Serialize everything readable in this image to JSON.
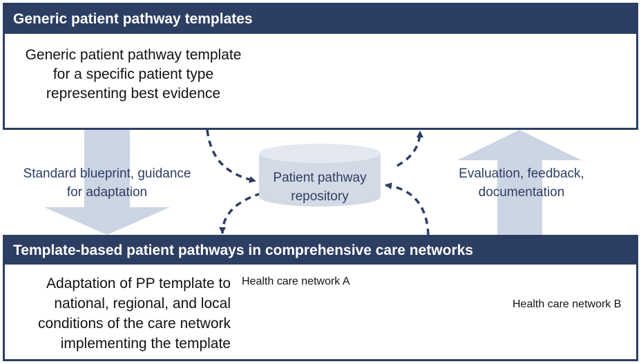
{
  "top": {
    "title": "Generic patient pathway templates",
    "description": "Generic patient pathway template for a specific patient type representing best evidence"
  },
  "middle": {
    "left_label": "Standard blueprint, guidance for adaptation",
    "repository_label": "Patient pathway repository",
    "right_label": "Evaluation, feedback, documentation"
  },
  "bottom": {
    "title": "Template-based patient pathways in comprehensive care networks",
    "description": "Adaptation of PP template to national, regional, and local conditions of the care network implementing the template",
    "network_a_label": "Health care network A",
    "network_b_label": "Health care network B"
  },
  "colors": {
    "navy": "#2d3e63",
    "arrow_fill": "#ccd5e3",
    "cylinder_fill": "#d3dae5",
    "removed_mark": "#c0392b",
    "added_node": "#5d7f2e"
  },
  "icons": [
    "patient-icon",
    "globe-icon",
    "removed-node-x-icon"
  ]
}
